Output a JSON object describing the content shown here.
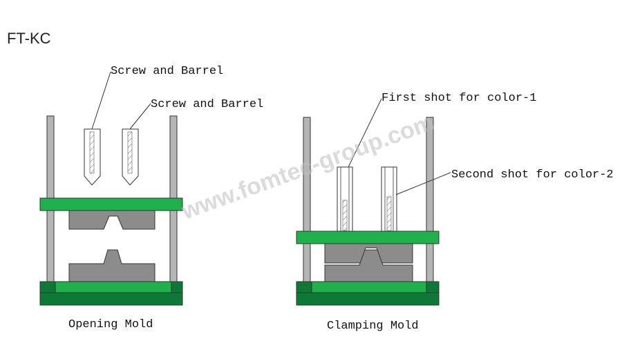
{
  "title": "FT-KC",
  "watermark": "www.fomtec-group.com",
  "labels": {
    "screw_barrel_1": "Screw and Barrel",
    "screw_barrel_2": "Screw and Barrel",
    "first_shot": "First shot for color-1",
    "second_shot": "Second shot for color-2"
  },
  "captions": {
    "opening": "Opening Mold",
    "clamping": "Clamping Mold"
  },
  "colors": {
    "platen_green": "#1fb14b",
    "base_green": "#0c7a36",
    "mold_gray": "#8c8c8c",
    "column_gray": "#b5b5b5",
    "outline": "#333333"
  }
}
